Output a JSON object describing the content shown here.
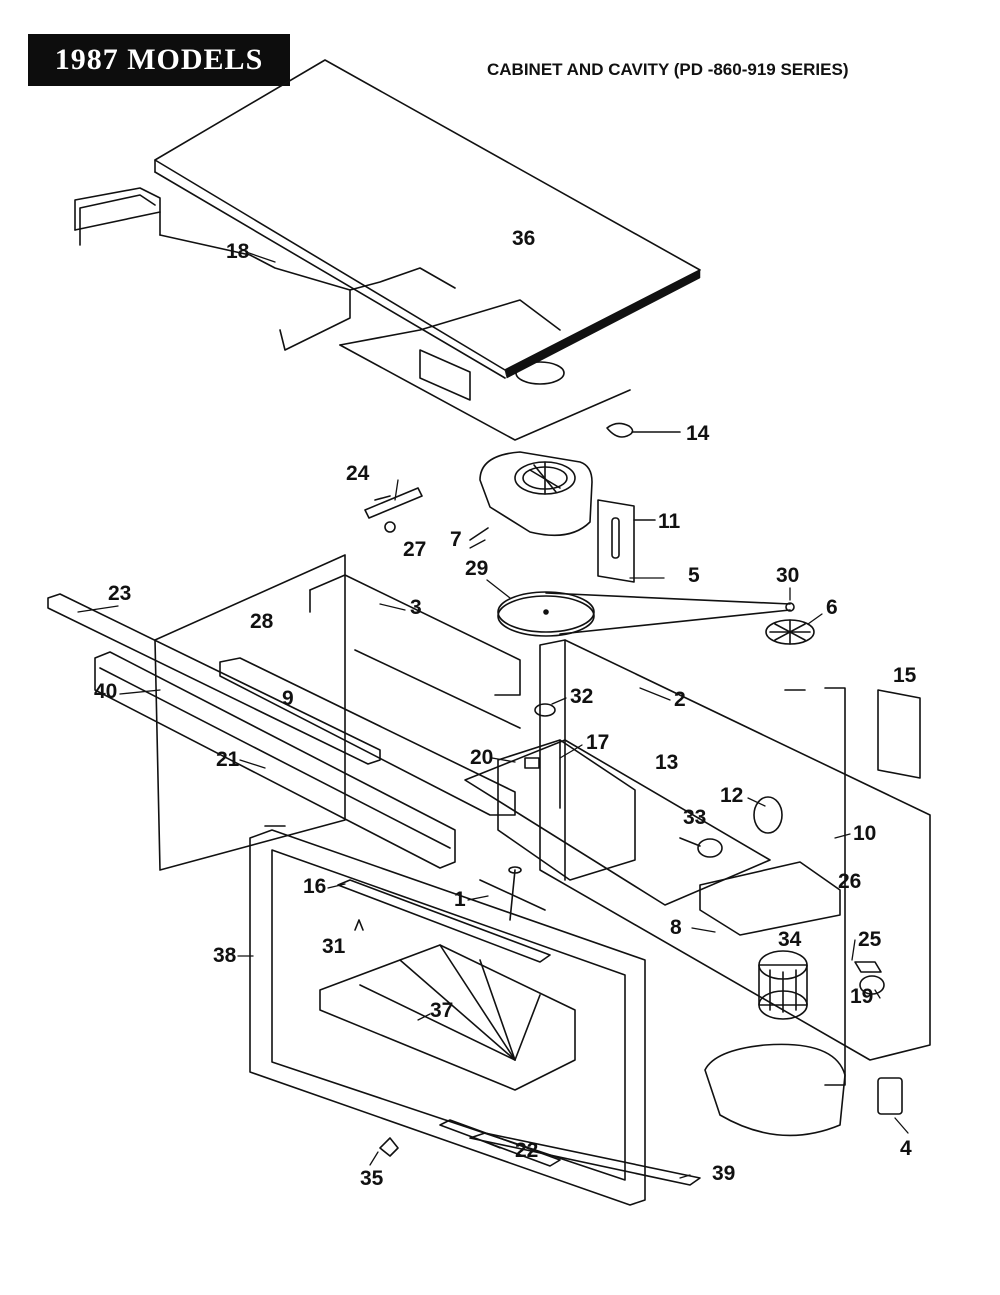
{
  "header": {
    "badge_text": "1987 MODELS",
    "title": "CABINET AND CAVITY (PD -860-919 SERIES)"
  },
  "callouts": [
    "1",
    "2",
    "3",
    "4",
    "5",
    "6",
    "7",
    "8",
    "9",
    "10",
    "11",
    "12",
    "13",
    "14",
    "15",
    "16",
    "17",
    "18",
    "19",
    "20",
    "21",
    "22",
    "23",
    "24",
    "25",
    "26",
    "27",
    "28",
    "29",
    "30",
    "31",
    "32",
    "33",
    "34",
    "35",
    "36",
    "37",
    "38",
    "39",
    "40"
  ],
  "colors": {
    "ink": "#111111",
    "badge": "#0d0d0d",
    "paper": "#ffffff"
  }
}
